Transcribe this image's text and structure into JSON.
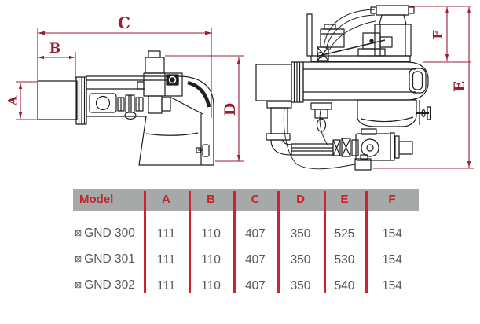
{
  "drawing": {
    "line_color": "#1f1f1f",
    "dimension_color": "#9b1d33",
    "labels": {
      "A": "A",
      "B": "B",
      "C": "C",
      "D": "D",
      "E": "E",
      "F": "F"
    }
  },
  "table": {
    "header_bg": "#a5aaa8",
    "header_text_color": "#c8232d",
    "divider_color": "#cf2130",
    "body_text_color": "#54565a",
    "columns": [
      "Model",
      "A",
      "B",
      "C",
      "D",
      "E",
      "F"
    ],
    "rows": [
      {
        "model_prefix": "⊠",
        "model": "GND 300",
        "values": [
          "111",
          "110",
          "407",
          "350",
          "525",
          "154"
        ]
      },
      {
        "model_prefix": "⊠",
        "model": "GND 301",
        "values": [
          "111",
          "110",
          "407",
          "350",
          "530",
          "154"
        ]
      },
      {
        "model_prefix": "⊠",
        "model": "GND 302",
        "values": [
          "111",
          "110",
          "407",
          "350",
          "540",
          "154"
        ]
      }
    ]
  }
}
